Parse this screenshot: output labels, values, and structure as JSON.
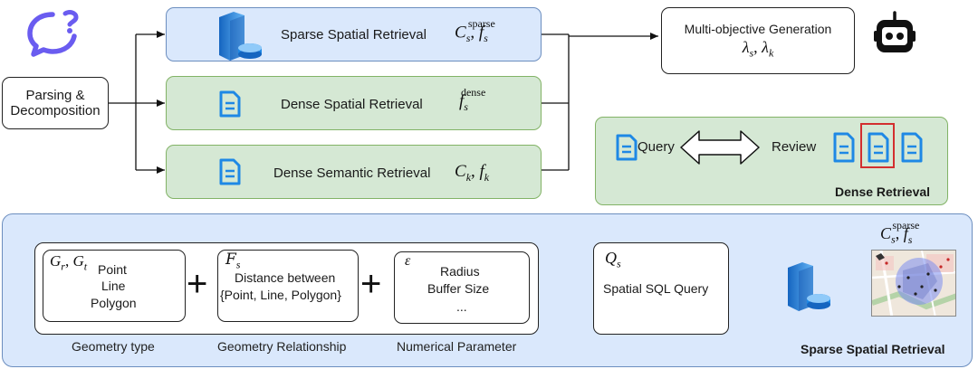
{
  "parsing_box": {
    "line1": "Parsing &",
    "line2": "Decomposition"
  },
  "retrievals": {
    "sparse": {
      "label": "Sparse Spatial Retrieval",
      "var": "C",
      "var_sub": "s",
      "feat": "f",
      "feat_sub": "s",
      "feat_sup": "sparse"
    },
    "dense_spatial": {
      "label": "Dense Spatial Retrieval",
      "feat": "f",
      "feat_sub": "s",
      "feat_sup": "dense"
    },
    "dense_semantic": {
      "label": "Dense Semantic Retrieval",
      "var": "C",
      "var_sub": "k",
      "feat": "f",
      "feat_sub": "k"
    }
  },
  "generation": {
    "label": "Multi-objective Generation",
    "l1": "λ",
    "l1_sub": "s",
    "l2": "λ",
    "l2_sub": "k"
  },
  "dense_panel": {
    "query": "Query",
    "review": "Review",
    "title": "Dense Retrieval"
  },
  "sparse_panel": {
    "title": "Sparse Spatial Retrieval",
    "geometry": {
      "sym": "G",
      "sym_sub": "r",
      "sym2": "G",
      "sym2_sub": "t",
      "items": [
        "Point",
        "Line",
        "Polygon"
      ],
      "caption": "Geometry type"
    },
    "relationship": {
      "sym": "F",
      "sym_sub": "s",
      "line1": "Distance between",
      "line2": "{Point, Line, Polygon}",
      "caption": "Geometry Relationship"
    },
    "numerical": {
      "sym": "ε",
      "items": [
        "Radius",
        "Buffer Size",
        "..."
      ],
      "caption": "Numerical Parameter"
    },
    "plus": "+",
    "query": {
      "sym": "Q",
      "sym_sub": "s",
      "label": "Spatial SQL Query"
    },
    "result": {
      "var": "C",
      "var_sub": "s",
      "feat": "f",
      "feat_sub": "s",
      "feat_sup": "sparse"
    }
  },
  "colors": {
    "blue_fill": "#dae8fc",
    "green_fill": "#d5e8d4",
    "doc_icon": "#1e88e5",
    "highlight": "#d32f2f"
  },
  "icons": [
    "chat-logo-icon",
    "server-icon",
    "document-icon",
    "robot-icon",
    "double-arrow-icon",
    "map-thumbnail-icon"
  ]
}
